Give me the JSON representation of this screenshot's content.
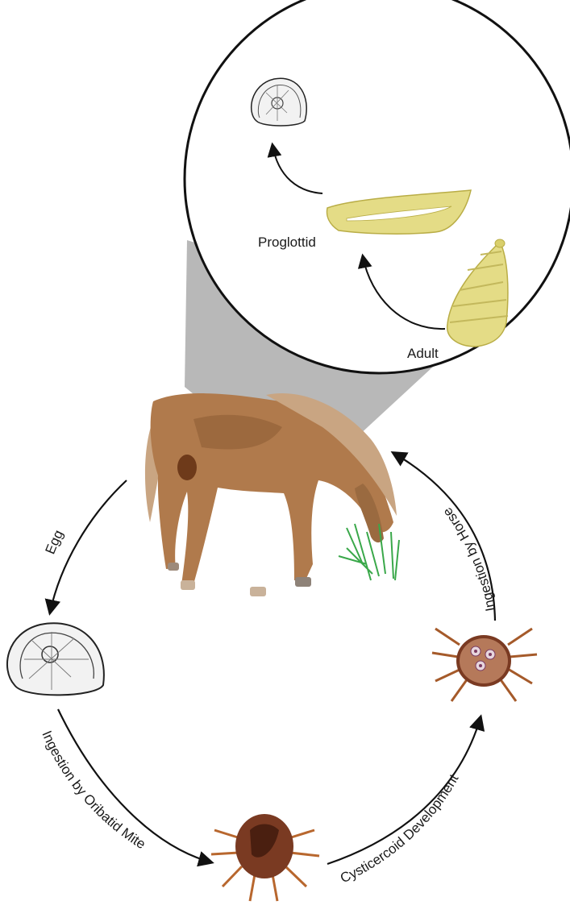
{
  "diagram": {
    "labels": {
      "proglottid": "Proglottid",
      "adult": "Adult",
      "egg": "Egg",
      "ingestion_horse": "Ingestion by Horse",
      "ingestion_mite": "Ingestion by Oribatid Mite",
      "cysticercoid": "Cysticercoid Development"
    },
    "colors": {
      "horse_body": "#b07a4c",
      "horse_mane": "#c9a582",
      "tapeworm": "#e4dc86",
      "mite": "#7a3a22",
      "grass": "#3aa84a",
      "zoom_cone": "#9a9a9a",
      "arrow": "#111111"
    }
  }
}
